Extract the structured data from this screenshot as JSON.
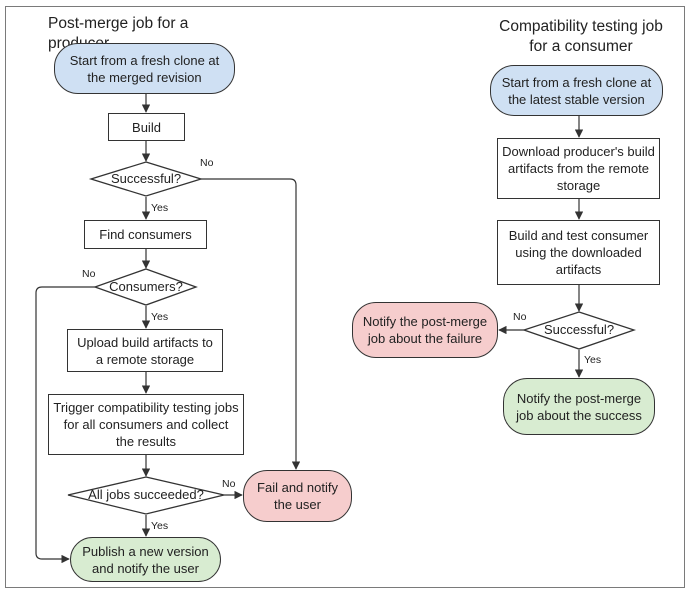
{
  "producer": {
    "title": "Post-merge job for a producer",
    "start": "Start from a fresh clone at the merged revision",
    "build": "Build",
    "successful": "Successful?",
    "find_consumers": "Find consumers",
    "consumers": "Consumers?",
    "upload": "Upload build artifacts to a remote storage",
    "trigger": "Trigger compatibility testing jobs for all consumers and collect the results",
    "all_succeeded": "All jobs succeeded?",
    "fail": "Fail and notify the user",
    "publish": "Publish a new version and notify the user"
  },
  "consumer": {
    "title": "Compatibility testing job for a consumer",
    "start": "Start from a fresh clone at the latest stable version",
    "download": "Download producer's build artifacts from the remote storage",
    "build_test": "Build and test consumer using the downloaded artifacts",
    "successful": "Successful?",
    "notify_failure": "Notify the post-merge job about the failure",
    "notify_success": "Notify the post-merge job about the success"
  },
  "labels": {
    "yes": "Yes",
    "no": "No"
  },
  "colors": {
    "start_fill": "#cfe0f3",
    "fail_fill": "#f6cdcd",
    "success_fill": "#d8ecd1",
    "stroke": "#333333"
  }
}
